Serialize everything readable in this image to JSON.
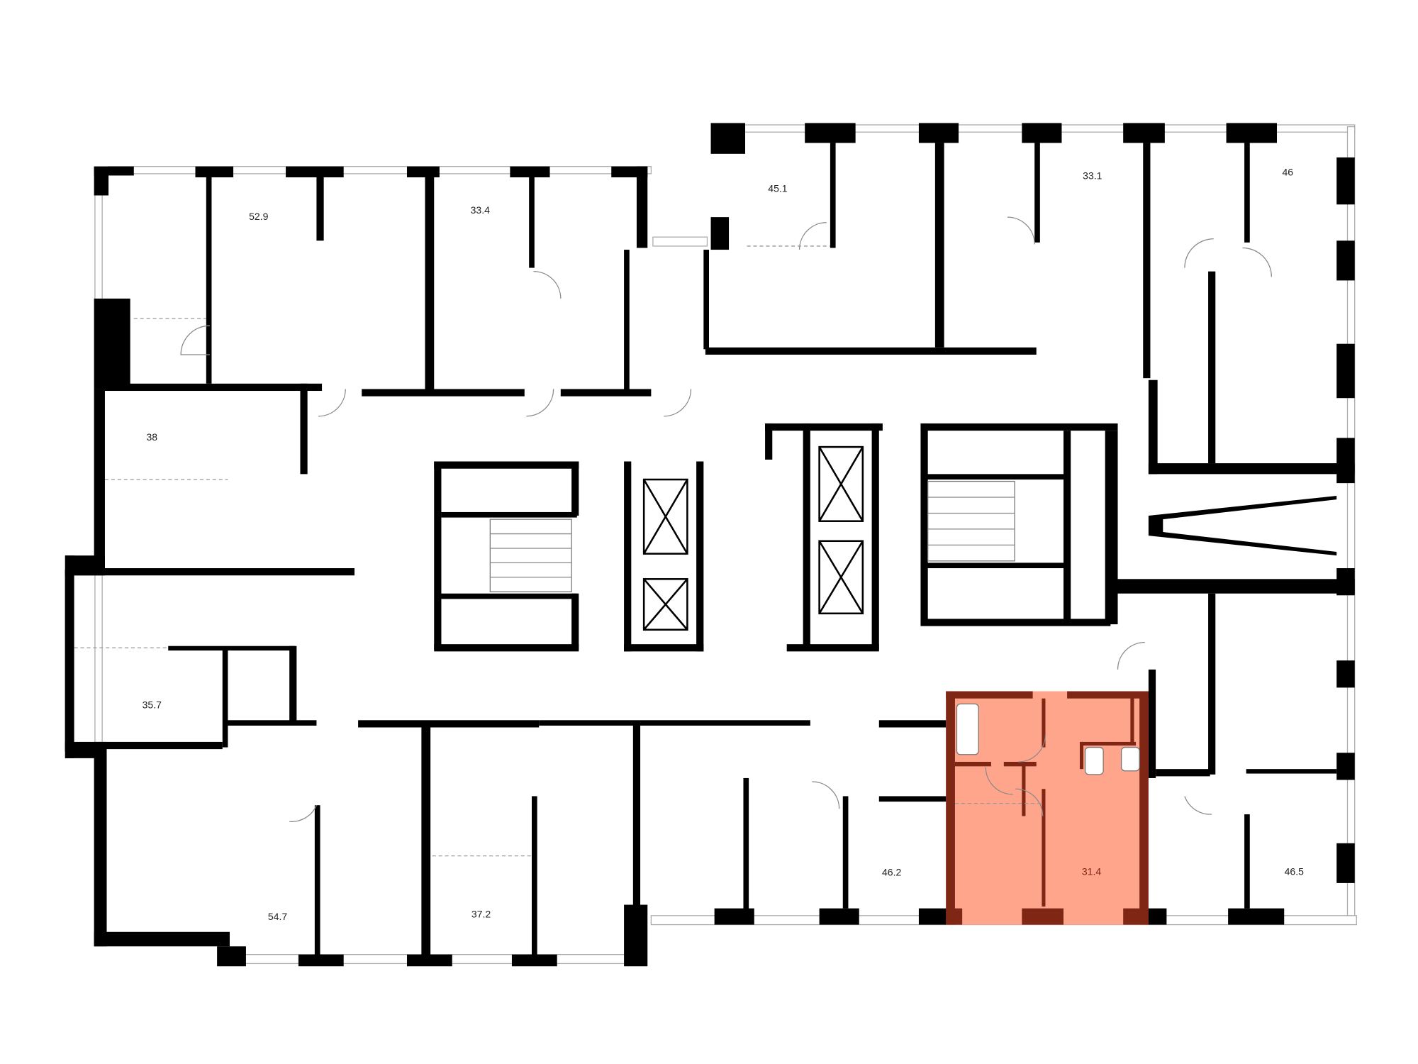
{
  "floor_plan": {
    "units": [
      {
        "id": "u1",
        "area": "52.9"
      },
      {
        "id": "u2",
        "area": "33.4"
      },
      {
        "id": "u3",
        "area": "45.1"
      },
      {
        "id": "u4",
        "area": "33.1"
      },
      {
        "id": "u5",
        "area": "46"
      },
      {
        "id": "u6",
        "area": "38"
      },
      {
        "id": "u7",
        "area": "35.7"
      },
      {
        "id": "u8",
        "area": "54.7"
      },
      {
        "id": "u9",
        "area": "37.2"
      },
      {
        "id": "u10",
        "area": "46.2"
      },
      {
        "id": "u11",
        "area": "31.4",
        "selected": true
      },
      {
        "id": "u12",
        "area": "46.5"
      }
    ],
    "colors": {
      "wall": "#000000",
      "selected_fill": "#FFA58C",
      "selected_wall": "#7F2615"
    }
  }
}
